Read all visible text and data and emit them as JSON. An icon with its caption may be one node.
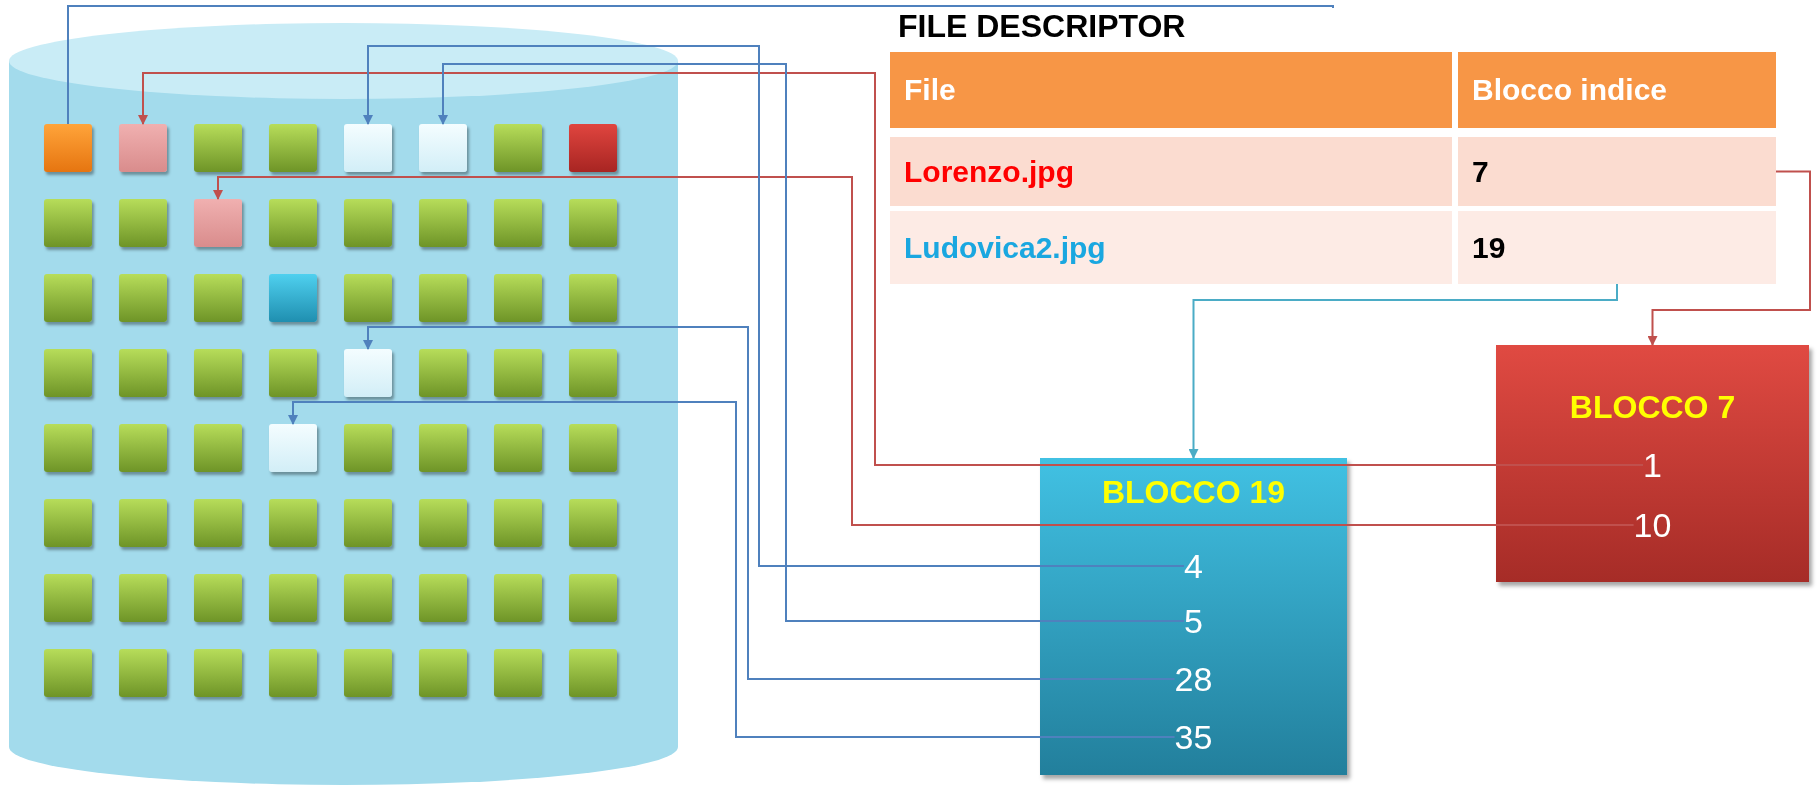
{
  "diagram": {
    "nodes": [
      {
        "text": [],
        "shape": "cylinder"
      },
      {
        "text": [],
        "shape": "box",
        "in": 0
      },
      {
        "text": [],
        "shape": "box",
        "in": 0
      },
      {
        "text": [],
        "shape": "box",
        "in": 0
      },
      {
        "text": [],
        "shape": "box",
        "in": 0
      },
      {
        "text": [],
        "shape": "box",
        "in": 0
      },
      {
        "text": [],
        "shape": "box",
        "in": 0
      },
      {
        "text": [],
        "shape": "box",
        "in": 0
      },
      {
        "text": [],
        "shape": "box",
        "in": 0
      },
      {
        "text": [],
        "shape": "box",
        "in": 0
      },
      {
        "text": [],
        "shape": "box",
        "in": 0
      },
      {
        "text": [],
        "shape": "box",
        "in": 0
      },
      {
        "text": [],
        "shape": "box",
        "in": 0
      },
      {
        "text": [],
        "shape": "box",
        "in": 0
      },
      {
        "text": [],
        "shape": "box",
        "in": 0
      },
      {
        "text": [],
        "shape": "box",
        "in": 0
      },
      {
        "text": [],
        "shape": "box",
        "in": 0
      },
      {
        "text": [],
        "shape": "box",
        "in": 0
      },
      {
        "text": [],
        "shape": "box",
        "in": 0
      },
      {
        "text": [],
        "shape": "box",
        "in": 0
      },
      {
        "text": [],
        "shape": "box",
        "in": 0
      },
      {
        "text": [],
        "shape": "box",
        "in": 0
      },
      {
        "text": [],
        "shape": "box",
        "in": 0
      },
      {
        "text": [],
        "shape": "box",
        "in": 0
      },
      {
        "text": [],
        "shape": "box",
        "in": 0
      },
      {
        "text": [],
        "shape": "box",
        "in": 0
      },
      {
        "text": [],
        "shape": "box",
        "in": 0
      },
      {
        "text": [],
        "shape": "box",
        "in": 0
      },
      {
        "text": [],
        "shape": "box",
        "in": 0
      },
      {
        "text": [],
        "shape": "box",
        "in": 0
      },
      {
        "text": [],
        "shape": "box",
        "in": 0
      },
      {
        "text": [],
        "shape": "box",
        "in": 0
      },
      {
        "text": [],
        "shape": "box",
        "in": 0
      },
      {
        "text": [],
        "shape": "box",
        "in": 0
      },
      {
        "text": [],
        "shape": "box",
        "in": 0
      },
      {
        "text": [],
        "shape": "box",
        "in": 0
      },
      {
        "text": [],
        "shape": "box",
        "in": 0
      },
      {
        "text": [],
        "shape": "box",
        "in": 0
      },
      {
        "text": [],
        "shape": "box",
        "in": 0
      },
      {
        "text": [],
        "shape": "box",
        "in": 0
      },
      {
        "text": [],
        "shape": "box",
        "in": 0
      },
      {
        "text": [],
        "shape": "box",
        "in": 0
      },
      {
        "text": [],
        "shape": "box",
        "in": 0
      },
      {
        "text": [],
        "shape": "box",
        "in": 0
      },
      {
        "text": [],
        "shape": "box",
        "in": 0
      },
      {
        "text": [],
        "shape": "box",
        "in": 0
      },
      {
        "text": [],
        "shape": "box",
        "in": 0
      },
      {
        "text": [],
        "shape": "box",
        "in": 0
      },
      {
        "text": [],
        "shape": "box",
        "in": 0
      },
      {
        "text": [],
        "shape": "box",
        "in": 0
      },
      {
        "text": [],
        "shape": "box",
        "in": 0
      },
      {
        "text": [],
        "shape": "box",
        "in": 0
      },
      {
        "text": [],
        "shape": "box",
        "in": 0
      },
      {
        "text": [],
        "shape": "box",
        "in": 0
      },
      {
        "text": [],
        "shape": "box",
        "in": 0
      },
      {
        "text": [],
        "shape": "box",
        "in": 0
      },
      {
        "text": [],
        "shape": "box",
        "in": 0
      },
      {
        "text": [],
        "shape": "box",
        "in": 0
      },
      {
        "text": [],
        "shape": "box",
        "in": 0
      },
      {
        "text": [],
        "shape": "box",
        "in": 0
      },
      {
        "text": [],
        "shape": "box",
        "in": 0
      },
      {
        "text": [],
        "shape": "box",
        "in": 0
      },
      {
        "text": [],
        "shape": "box",
        "in": 0
      },
      {
        "text": [],
        "shape": "box",
        "in": 0
      },
      {
        "text": [],
        "shape": "box",
        "in": 0
      },
      {
        "text": [
          "FILE DESCRIPTOR"
        ]
      },
      {
        "text": [
          "File"
        ],
        "in": 65
      },
      {
        "text": [
          "Blocco indice"
        ],
        "in": 65
      },
      {
        "text": [
          "Lorenzo.jpg"
        ],
        "in": 65
      },
      {
        "text": [
          "7"
        ],
        "in": 65
      },
      {
        "text": [
          "Ludovica2.jpg"
        ],
        "in": 65
      },
      {
        "text": [
          "19"
        ],
        "in": 65
      },
      {
        "text": [
          "BLOCCO 7"
        ]
      },
      {
        "text": [
          "1"
        ],
        "in": 72
      },
      {
        "text": [
          "10"
        ],
        "in": 72
      },
      {
        "text": [
          "BLOCCO 19"
        ]
      },
      {
        "text": [
          "4"
        ],
        "in": 75
      },
      {
        "text": [
          "5"
        ],
        "in": 75
      },
      {
        "text": [
          "28"
        ],
        "in": 75
      },
      {
        "text": [
          "35"
        ],
        "in": 75
      }
    ],
    "edges": [
      {
        "from": 1,
        "to": 65,
        "arrow": "none"
      },
      {
        "from": 69,
        "to": 72,
        "arrow": "to",
        "color": "#c0504d"
      },
      {
        "from": 71,
        "to": 75,
        "arrow": "to",
        "color": "#4bacc6"
      },
      {
        "from": 73,
        "to": 2,
        "arrow": "to",
        "color": "#c0504d"
      },
      {
        "from": 74,
        "to": 11,
        "arrow": "to",
        "color": "#c0504d"
      },
      {
        "from": 76,
        "to": 5,
        "arrow": "to"
      },
      {
        "from": 77,
        "to": 6,
        "arrow": "to"
      },
      {
        "from": 78,
        "to": 29,
        "arrow": "to"
      },
      {
        "from": 79,
        "to": 36,
        "arrow": "to"
      }
    ]
  }
}
